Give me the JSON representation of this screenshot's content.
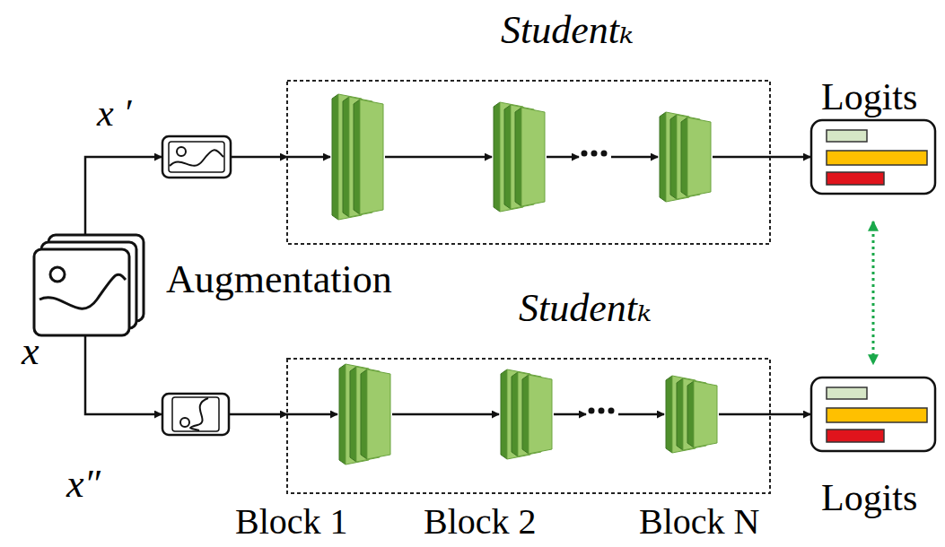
{
  "diagram": {
    "nodes": [
      {
        "text": [
          "x"
        ]
      },
      {
        "text": [
          "x ′"
        ]
      },
      {
        "text": [
          "x″"
        ]
      },
      {
        "text": [
          "Studentₖ"
        ]
      },
      {
        "text": [
          "Logits"
        ]
      },
      {
        "text": [
          "Studentₖ"
        ]
      },
      {
        "text": [
          "Logits"
        ]
      }
    ],
    "edges": [
      {
        "from": 0,
        "to": 1,
        "arrow": "to"
      },
      {
        "from": 0,
        "to": 2,
        "arrow": "to"
      },
      {
        "from": 1,
        "to": 3,
        "arrow": "to"
      },
      {
        "from": 2,
        "to": 5,
        "arrow": "to"
      },
      {
        "from": 3,
        "to": 4,
        "arrow": "to"
      },
      {
        "from": 5,
        "to": 6,
        "arrow": "to"
      },
      {
        "from": 4,
        "to": 6,
        "arrow": "both"
      }
    ],
    "labels": [
      "Augmentation",
      "Block 1",
      "Block 2",
      "Block N"
    ]
  }
}
